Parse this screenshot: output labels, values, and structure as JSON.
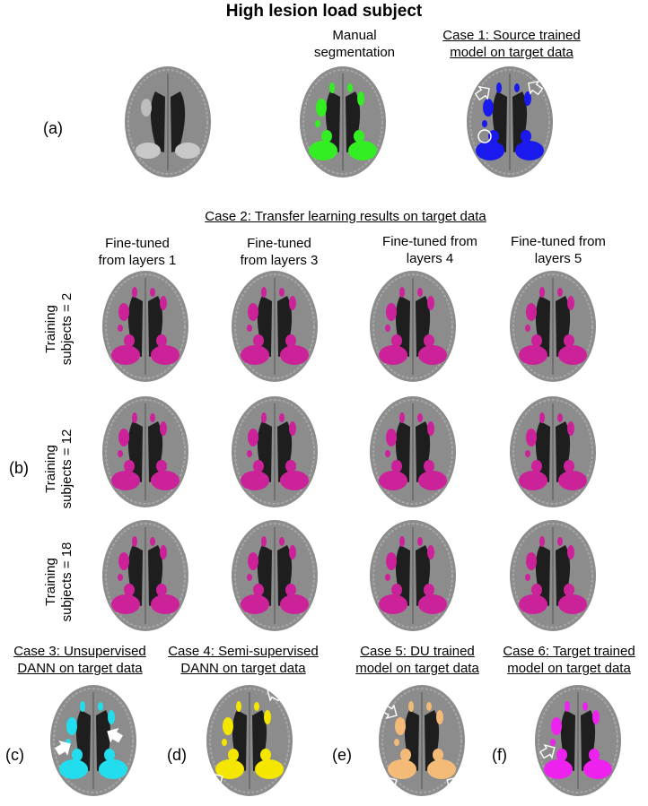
{
  "title": "High lesion load  subject",
  "row_a": {
    "label": "(a)",
    "manual_caption": [
      "Manual",
      "segmentation"
    ],
    "case1_caption": [
      "Case 1: Source trained",
      "model on target data"
    ]
  },
  "row_b": {
    "label": "(b)",
    "case2_header": "Case 2: Transfer learning results on target data",
    "columns": [
      [
        "Fine-tuned",
        "from layers 1"
      ],
      [
        "Fine-tuned",
        "from layers 3"
      ],
      [
        "Fine-tuned from",
        "layers 4"
      ],
      [
        "Fine-tuned from",
        "layers 5"
      ]
    ],
    "rows": [
      [
        "Training",
        "subjects = 2"
      ],
      [
        "Training",
        "subjects = 12"
      ],
      [
        "Training",
        "subjects = 18"
      ]
    ]
  },
  "row_c": {
    "cases": [
      {
        "label": "(c)",
        "caption": [
          "Case 3: Unsupervised",
          "DANN on target data"
        ]
      },
      {
        "label": "(d)",
        "caption": [
          "Case 4: Semi-supervised",
          "DANN on target data"
        ]
      },
      {
        "label": "(e)",
        "caption": [
          "Case 5: DU trained",
          "model on target data"
        ]
      },
      {
        "label": "(f)",
        "caption": [
          "Case 6: Target trained",
          "model on target data"
        ]
      }
    ]
  },
  "colors": {
    "manual": "#33ee22",
    "case1": "#1a1aee",
    "transfer": "#cc2299",
    "case3": "#22ddee",
    "case4": "#f5e600",
    "case5": "#f3bb77",
    "case6": "#ee22ee",
    "brain": "#8c8c8c",
    "ventricle": "#1e1e1e"
  }
}
